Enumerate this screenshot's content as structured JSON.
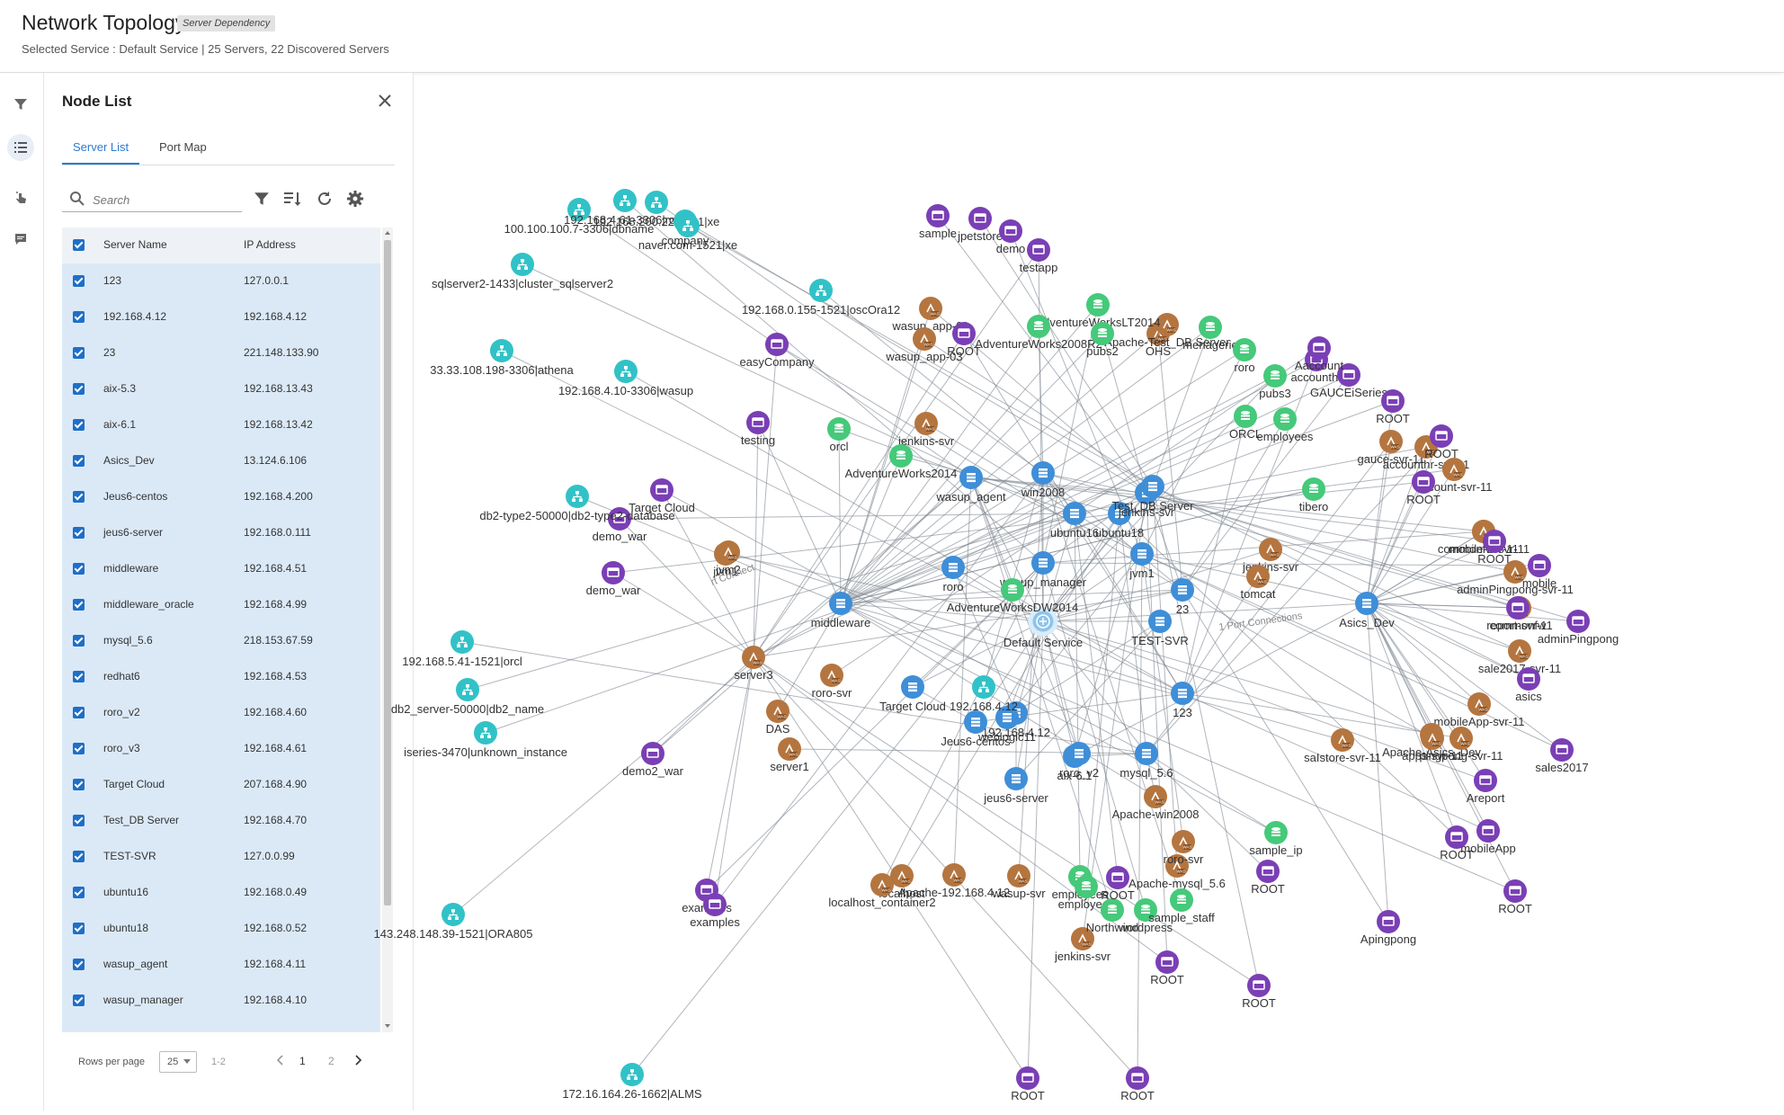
{
  "header": {
    "title": "Network Topology",
    "badge": "Server Dependency",
    "subtitle": "Selected Service : Default Service  |  25 Servers, 22 Discovered Servers"
  },
  "panel": {
    "title": "Node List",
    "tabs": [
      "Server List",
      "Port Map"
    ],
    "search_placeholder": "Search",
    "columns": [
      "Server Name",
      "IP Address"
    ],
    "rows": [
      {
        "name": "123",
        "ip": "127.0.0.1"
      },
      {
        "name": "192.168.4.12",
        "ip": "192.168.4.12"
      },
      {
        "name": "23",
        "ip": "221.148.133.90"
      },
      {
        "name": "aix-5.3",
        "ip": "192.168.13.43"
      },
      {
        "name": "aix-6.1",
        "ip": "192.168.13.42"
      },
      {
        "name": "Asics_Dev",
        "ip": "13.124.6.106"
      },
      {
        "name": "Jeus6-centos",
        "ip": "192.168.4.200"
      },
      {
        "name": "jeus6-server",
        "ip": "192.168.0.111"
      },
      {
        "name": "middleware",
        "ip": "192.168.4.51"
      },
      {
        "name": "middleware_oracle",
        "ip": "192.168.4.99"
      },
      {
        "name": "mysql_5.6",
        "ip": "218.153.67.59"
      },
      {
        "name": "redhat6",
        "ip": "192.168.4.53"
      },
      {
        "name": "roro_v2",
        "ip": "192.168.4.60"
      },
      {
        "name": "roro_v3",
        "ip": "192.168.4.61"
      },
      {
        "name": "Target Cloud",
        "ip": "207.168.4.90"
      },
      {
        "name": "Test_DB Server",
        "ip": "192.168.4.70"
      },
      {
        "name": "TEST-SVR",
        "ip": "127.0.0.99"
      },
      {
        "name": "ubuntu16",
        "ip": "192.168.0.49"
      },
      {
        "name": "ubuntu18",
        "ip": "192.168.0.52"
      },
      {
        "name": "wasup_agent",
        "ip": "192.168.4.11"
      },
      {
        "name": "wasup_manager",
        "ip": "192.168.4.10"
      }
    ],
    "pagination": {
      "rows_per_page_label": "Rows per page",
      "rows_per_page": "25",
      "range": "1-2",
      "pages": [
        "1",
        "2"
      ]
    }
  },
  "graph": {
    "colors": {
      "server": "#3f8ed8",
      "was": "#b5753f",
      "db": "#45c97a",
      "web": "#7a3fb5",
      "discovered": "#31c2c7",
      "edge": "#7d8590"
    },
    "edge_labels": [
      "1 Port Connections",
      "rt Connect"
    ],
    "center_label": "Default Service",
    "servers": [
      "123",
      "192.168.4.12",
      "23",
      "aix-6.1",
      "Asics_Dev",
      "Jeus6-centos",
      "jeus6-server",
      "middleware",
      "mysql_5.6",
      "roro_v2",
      "Target Cloud",
      "TEST-SVR",
      "ubuntu16",
      "ubuntu18",
      "wasup_agent",
      "wasup_manager",
      "weblogic11",
      "win2008",
      "roro",
      "jenkins-svr",
      "Test_DB Server",
      "jvm1"
    ],
    "was": [
      "wasup_app-01",
      "wasup_app-03",
      "jenkins-svr",
      "jvm1",
      "jvm2",
      "server3",
      "DAS",
      "server1",
      "roro-svr",
      "localhost",
      "Apache-192.168.4.12",
      "localhost_container2",
      "wasup-svr",
      "jenkins-svr",
      "Apache-mysql_5.6",
      "roro-svr",
      "jenkins-svr",
      "tomcat",
      "OHS",
      "Apache-Test_DB Server",
      "gauce-svr-11",
      "accounthr-svr-11",
      "account-svr-11",
      "commonfw-svr-11",
      "mobile-svr-11",
      "adminPingpong-svr-11",
      "report-svr-11",
      "sale2017-svr-11",
      "mobileApp-svr-11",
      "Apache-Asics_Dev",
      "pingpong-svr-11",
      "apps-svr-11",
      "saIstore-svr-11",
      "Apache-win2008"
    ],
    "db": [
      "orcl",
      "AdventureWorks2014",
      "AdventureWorksDW2014",
      "AdventureWorksLT2014",
      "AdventureWorks2008R2",
      "pubs2",
      "menagerie",
      "roro",
      "pubs3",
      "ORCL",
      "employees",
      "tibero",
      "sample_ip",
      "employees",
      "employees",
      "Northwind",
      "wordpress",
      "sample_staff"
    ],
    "web": [
      "sample",
      "jpetstore",
      "demo",
      "testapp",
      "ROOT",
      "easyCompany",
      "testing",
      "Target Cloud",
      "demo_war",
      "demo_war",
      "demo2_war",
      "examples",
      "examples",
      "ROOT",
      "ROOT",
      "ROOT",
      "ROOT",
      "accounthr",
      "GAUCEiSeries",
      "ROOT",
      "ROOT",
      "Aaccount",
      "ROOT",
      "ROOT",
      "mobile",
      "commonfw",
      "adminPingpong",
      "asics",
      "sales2017",
      "Areport",
      "mobileApp",
      "Apingpong",
      "ROOT",
      "ROOT",
      "ROOT",
      "ROOT"
    ],
    "discovered": [
      "100.100.100.7-3306|dbname",
      "192.168.4.61-3306|roro",
      "192.168.200.22-1521|xe",
      "company",
      "naver.com-1521|xe",
      "sqlserver2-1433|cluster_sqlserver2",
      "33.33.108.198-3306|athena",
      "192.168.4.10-3306|wasup",
      "192.168.0.155-1521|oscOra12",
      "db2-type2-50000|db2-type2-database",
      "192.168.5.41-1521|orcl",
      "db2_server-50000|db2_name",
      "iseries-3470|unknown_instance",
      "143.248.148.39-1521|ORA805",
      "172.16.164.26-1662|ALMS",
      "192.168.4.12"
    ]
  }
}
